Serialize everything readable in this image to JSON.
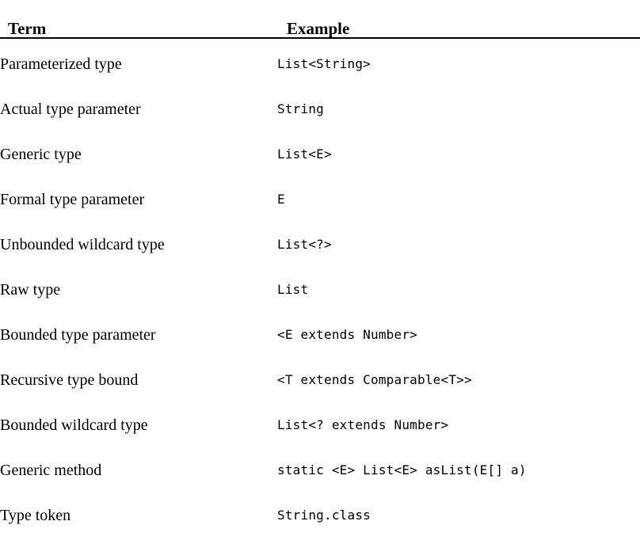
{
  "table": {
    "columns": [
      {
        "key": "term",
        "header": "Term"
      },
      {
        "key": "example",
        "header": "Example"
      }
    ],
    "rows": [
      {
        "term": "Parameterized type",
        "example": "List<String>"
      },
      {
        "term": "Actual type parameter",
        "example": "String"
      },
      {
        "term": "Generic type",
        "example": "List<E>"
      },
      {
        "term": "Formal type parameter",
        "example": "E"
      },
      {
        "term": "Unbounded wildcard type",
        "example": "List<?>"
      },
      {
        "term": "Raw type",
        "example": "List"
      },
      {
        "term": "Bounded type parameter",
        "example": "<E extends Number>"
      },
      {
        "term": "Recursive type bound",
        "example": "<T extends Comparable<T>>"
      },
      {
        "term": "Bounded wildcard type",
        "example": "List<? extends Number>"
      },
      {
        "term": "Generic method",
        "example": "static <E> List<E> asList(E[] a)"
      },
      {
        "term": "Type token",
        "example": "String.class"
      }
    ]
  },
  "style": {
    "text_color": "#000000",
    "background_color": "#ffffff",
    "rule_color": "#000000"
  }
}
